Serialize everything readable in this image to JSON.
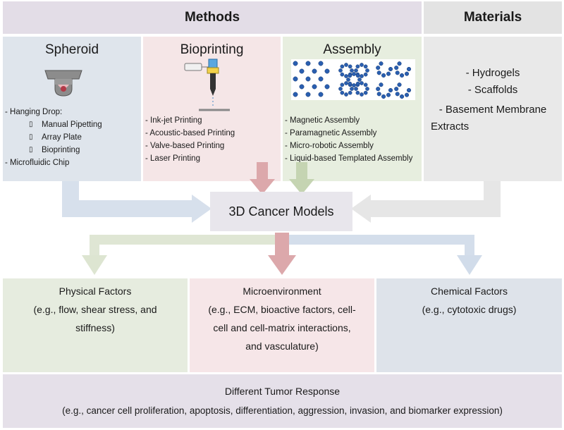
{
  "headers": {
    "methods": "Methods",
    "materials": "Materials"
  },
  "spheroid": {
    "title": "Spheroid",
    "hanging_drop": "- Hanging Drop:",
    "sub_items": [
      "Manual Pipetting",
      "Array Plate",
      "Bioprinting"
    ],
    "sub_bullet": "▯",
    "microfluidic": "- Microfluidic Chip"
  },
  "bioprinting": {
    "title": "Bioprinting",
    "items": [
      "- Ink-jet Printing",
      "- Acoustic-based Printing",
      "- Valve-based Printing",
      "- Laser Printing"
    ]
  },
  "assembly": {
    "title": "Assembly",
    "items": [
      "- Magnetic Assembly",
      "- Paramagnetic Assembly",
      "- Micro-robotic Assembly",
      "- Liquid-based Templated Assembly"
    ]
  },
  "materials": {
    "items": [
      "- Hydrogels",
      "- Scaffolds",
      "- Basement Membrane",
      "Extracts"
    ]
  },
  "center": {
    "label": "3D Cancer Models"
  },
  "physical": {
    "title": "Physical Factors",
    "lines": [
      "(e.g., flow, shear stress, and",
      "stiffness)"
    ]
  },
  "micro": {
    "title": "Microenvironment",
    "lines": [
      "(e.g., ECM, bioactive factors, cell-",
      "cell and cell-matrix interactions,",
      "and vasculature)"
    ]
  },
  "chemical": {
    "title": "Chemical Factors",
    "lines": [
      "(e.g., cytotoxic drugs)"
    ]
  },
  "response": {
    "title": "Different Tumor Response",
    "detail": "(e.g., cancer cell proliferation, apoptosis, differentiation, aggression, invasion, and biomarker expression)"
  },
  "colors": {
    "methods_header": "#e3dde7",
    "materials_header": "#e3e3e3",
    "spheroid_bg": "#dfe5ec",
    "bioprinting_bg": "#f5e6e7",
    "assembly_bg": "#e7eedf",
    "materials_bg": "#e9e9e9",
    "center_bg": "#e8e6ec",
    "physical_bg": "#e6ecdf",
    "micro_bg": "#f6e6e8",
    "chemical_bg": "#dee3ea",
    "response_bg": "#e5e0e9",
    "arrow_blue": "#c9d6e6",
    "arrow_red": "#dca8ab",
    "arrow_green": "#c5d4b2",
    "arrow_gray": "#e2e2e2"
  }
}
